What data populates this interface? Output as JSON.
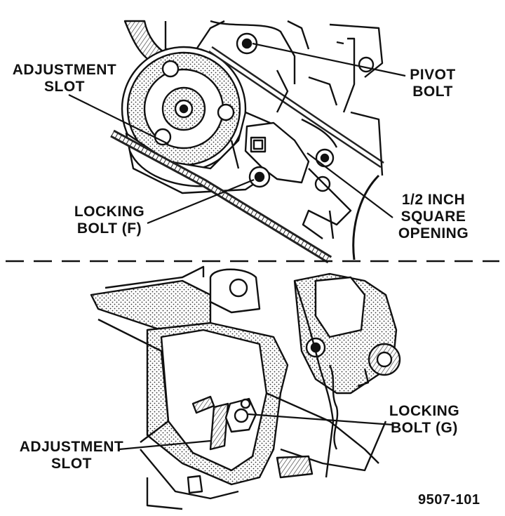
{
  "top_view": {
    "adjustment_slot": [
      "ADJUSTMENT",
      "SLOT"
    ],
    "pivot_bolt": [
      "PIVOT",
      "BOLT"
    ],
    "locking_bolt_f": [
      "LOCKING",
      "BOLT (F)"
    ],
    "square_opening": [
      "1/2 INCH",
      "SQUARE",
      "OPENING"
    ]
  },
  "bottom_view": {
    "locking_bolt_g": [
      "LOCKING",
      "BOLT (G)"
    ],
    "adjustment_slot": [
      "ADJUSTMENT",
      "SLOT"
    ]
  },
  "figure_number": "9507-101",
  "colors": {
    "ink": "#111111",
    "background": "#ffffff",
    "hatch": "#555555"
  }
}
